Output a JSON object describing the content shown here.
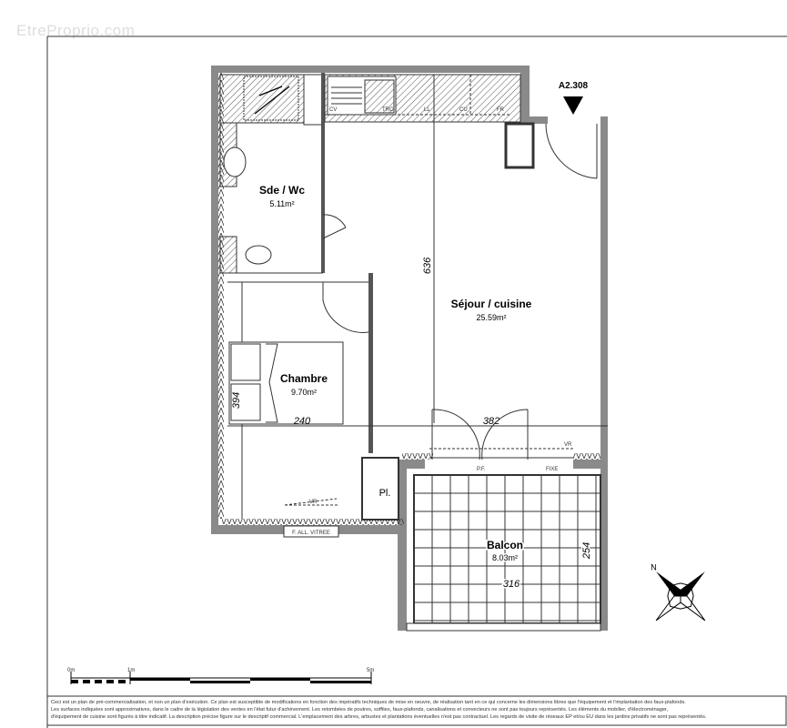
{
  "watermark": "EtreProprio.com",
  "plan": {
    "unit_ref": "A2.308",
    "rooms": [
      {
        "name": "Sde / Wc",
        "area": "5.11m²"
      },
      {
        "name": "Séjour / cuisine",
        "area": "25.59m²"
      },
      {
        "name": "Chambre",
        "area": "9.70m²"
      },
      {
        "name": "Balcon",
        "area": "8.03m²"
      }
    ],
    "placard": "Pl.",
    "kitchen_labels": [
      "CV",
      "TRC",
      "LL",
      "CU",
      "FR"
    ],
    "window_labels": {
      "vr_top": "VR",
      "pf": "P.F.",
      "fixe": "FIXE",
      "vr_bottom": "VR",
      "window": "F. ALL. VITREE"
    },
    "dimensions": {
      "sejour_depth": "636",
      "chambre_depth": "394",
      "chambre_width": "240",
      "sejour_width": "382",
      "balcon_depth": "254",
      "balcon_width": "316"
    }
  },
  "scale_bar": {
    "labels": [
      "0m",
      "1m",
      "5m"
    ]
  },
  "compass": {
    "north": "N"
  },
  "disclaimer": [
    "Ceci est un plan de pré-commercialisation, et non un plan d'exécution. Ce plan est susceptible de modifications en fonction des impératifs techniques de mise en oeuvre, de réalisation tant en ce qui concerne les dimensions libres que l'équipement et l'implantation des faux-plafonds.",
    "Les surfaces indiquées sont approximatives, dans le cadre de la législation des ventes en l'état futur d'achèvement. Les retombées de poutres, soffites, faux-plafonds, canalisations et convecteurs ne sont pas toujours représentés. Les éléments du mobilier, d'électroménager,",
    "d'équipement de cuisine sont figurés à titre indicatif. La description précise figure sur le descriptif commercial. L'emplacement des arbres, arbustes et plantations éventuelles n'est pas contractuel. Les regards de visite de réseaux EP et/ou EU dans les jardins privatifs ne sont pas représentés."
  ]
}
